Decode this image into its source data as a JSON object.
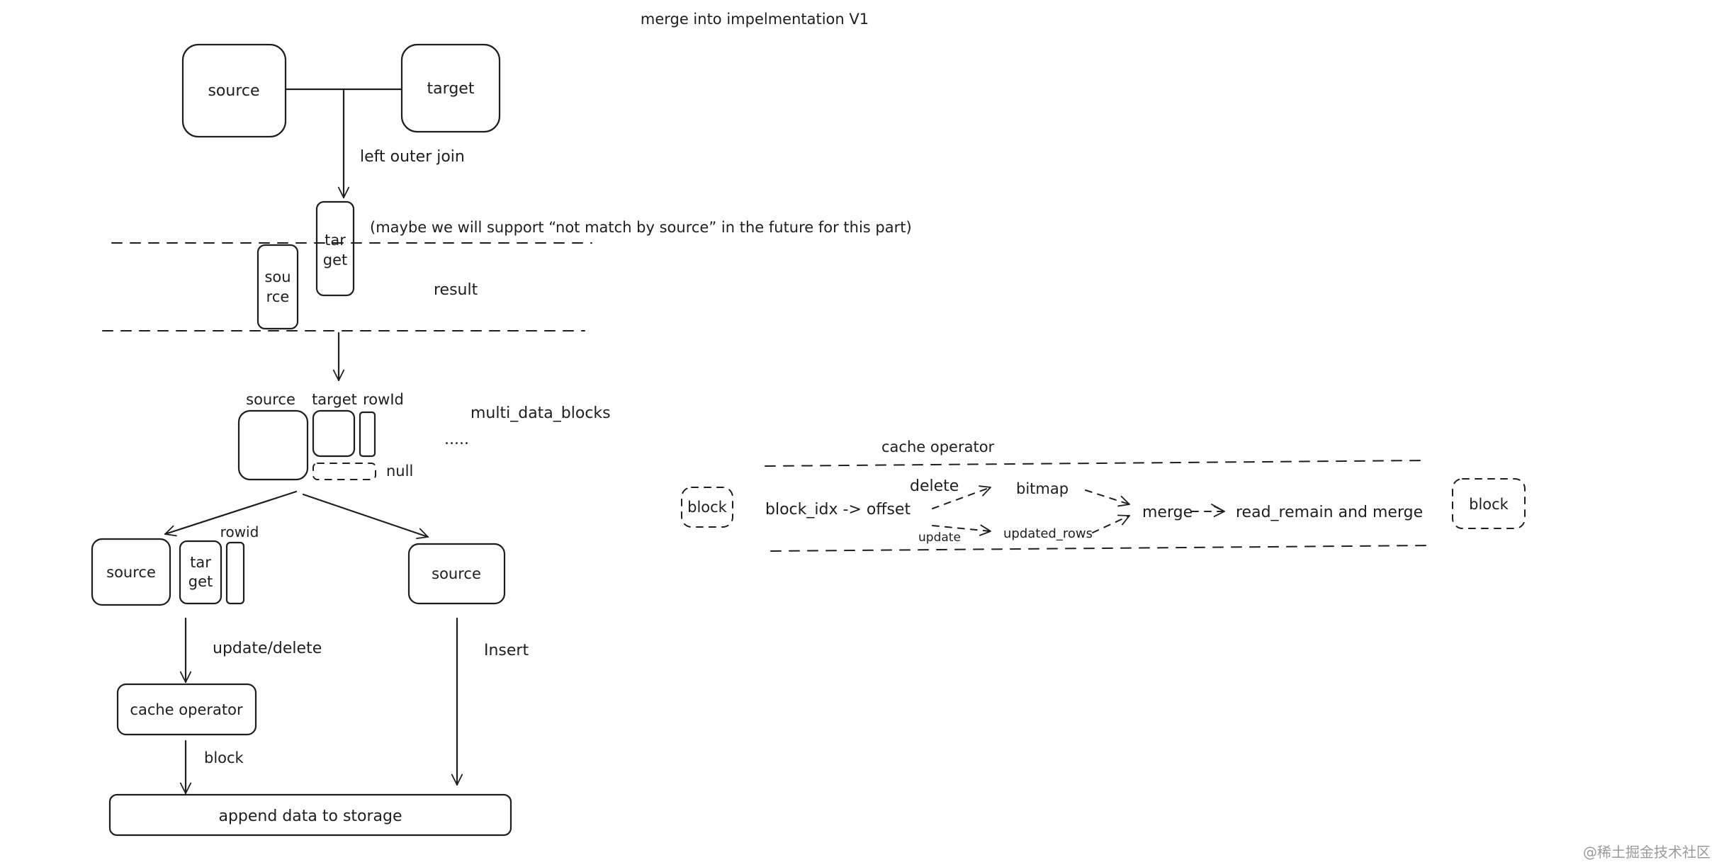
{
  "title": "merge into impelmentation V1",
  "top": {
    "source_label": "source",
    "target_label": "target",
    "join_label": "left outer join"
  },
  "result_section": {
    "note": "(maybe we will support “not match by source” in the future for this part)",
    "target_stacked_1": "tar",
    "target_stacked_2": "get",
    "source_stacked_1": "sou",
    "source_stacked_2": "rce",
    "result_label": "result"
  },
  "blocks_section": {
    "source_label": "source",
    "target_label": "target",
    "rowid_label": "rowId",
    "null_label": "null",
    "multi_label": "multi_data_blocks",
    "ellipsis": "....."
  },
  "split": {
    "left_source": "source",
    "left_target_1": "tar",
    "left_target_2": "get",
    "left_rowid": "rowid",
    "right_source": "source",
    "update_delete_label": "update/delete",
    "insert_label": "Insert",
    "cache_operator": "cache operator",
    "block_label": "block",
    "append": "append data to storage"
  },
  "cache_detail": {
    "title": "cache operator",
    "block_in": "block",
    "mapping": "block_idx -> offset",
    "delete": "delete",
    "update": "update",
    "bitmap": "bitmap",
    "updated_rows": "updated_rows",
    "merge": "merge",
    "read_remain": "read_remain and merge",
    "block_out": "block"
  },
  "watermark": "@稀土掘金技术社区"
}
